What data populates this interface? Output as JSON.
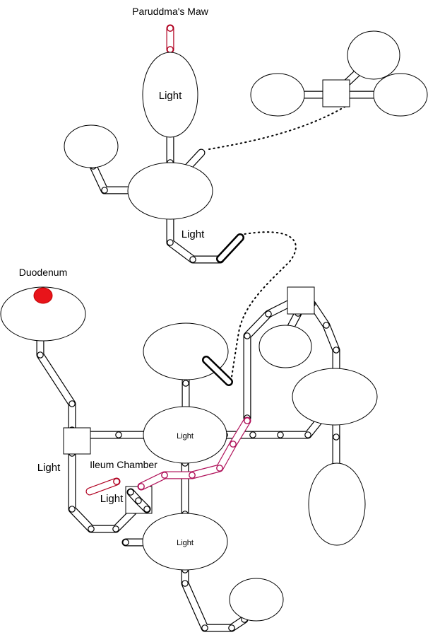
{
  "labels": {
    "top_title": "Paruddma's Maw",
    "light_top_room": "Light",
    "light_upper_corridor": "Light",
    "duodenum": "Duodenum",
    "light_center_room": "Light",
    "light_left_junction": "Light",
    "ileum_chamber": "Ileum Chamber",
    "light_small_junction": "Light",
    "light_bottom_room": "Light"
  },
  "colors": {
    "room_stroke": "#000000",
    "pipe_normal": "#000000",
    "pipe_red": "#b00020",
    "pipe_magenta": "#b0125a",
    "marker_duodenum": "#e8141a"
  }
}
